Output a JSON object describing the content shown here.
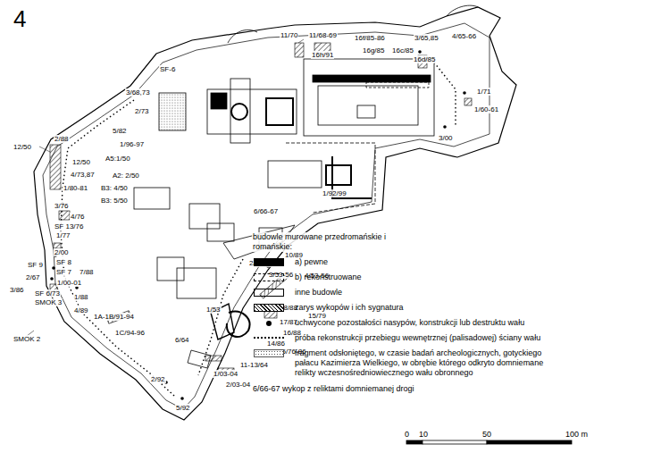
{
  "diagram": {
    "labels": [
      "4",
      "11/70",
      "11/68-69",
      "16h/91",
      "16f/85-86",
      "16g/85",
      "16c/85",
      "16d/85",
      "3/65,85",
      "4/65-66",
      "1/71",
      "1/60-61",
      "3/00",
      "1/92/99",
      "SF-6",
      "3/68,73",
      "2/73",
      "5/82",
      "1/96-97",
      "12/50",
      "2/88",
      "4/73,87",
      "12/50",
      "A5:1/50",
      "A2: 2/50",
      "1/80-81",
      "B3: 4/50",
      "B3: 5/50",
      "3/76",
      "4/76",
      "SF 13/76",
      "1/77",
      "2/00",
      "SF 9",
      "SF 8",
      "SF 7",
      "7/88",
      "2/67",
      "1/00-01",
      "3/86",
      "SF 6/73",
      "SMOK 3",
      "1/88",
      "4/89",
      "1A-1B/91-94",
      "1C/94-96",
      "SMOK 2",
      "6/66-67",
      "10/89",
      "2/53-56",
      "3/53-56",
      "4/53-56",
      "1/53",
      "18/88",
      "17/87",
      "15/79",
      "16/88",
      "14/86",
      "15/76-86",
      "6/64",
      "11-13/64",
      "1/03-04",
      "2/03-04",
      "2/92",
      "5/92",
      "budowle murowane przedromańskie i romańskie:",
      "6/66-67 wykop z reliktami domniemanej drogi",
      "0",
      "10",
      "50",
      "100 m"
    ],
    "legend": [
      {
        "text": "a) pewne",
        "color": "#000000"
      },
      {
        "text": "b) rekonstruowane"
      },
      {
        "text": "inne budowle"
      },
      {
        "text": "zarys wykopów i ich sygnatura"
      },
      {
        "text": "uchwycone pozostałości nasypów, konstrukcji lub destruktu wału"
      },
      {
        "text": "próba rekonstrukcji przebiegu wewnętrznej (palisadowej) ściany wału"
      },
      {
        "text": "fragment odsłoniętego, w czasie badań archeologicznych, gotyckiego pałacu Kazimierza Wielkiego, w obrębie którego odkryto domniemane relikty wczesnośredniowiecznego wału obronnego"
      }
    ]
  }
}
